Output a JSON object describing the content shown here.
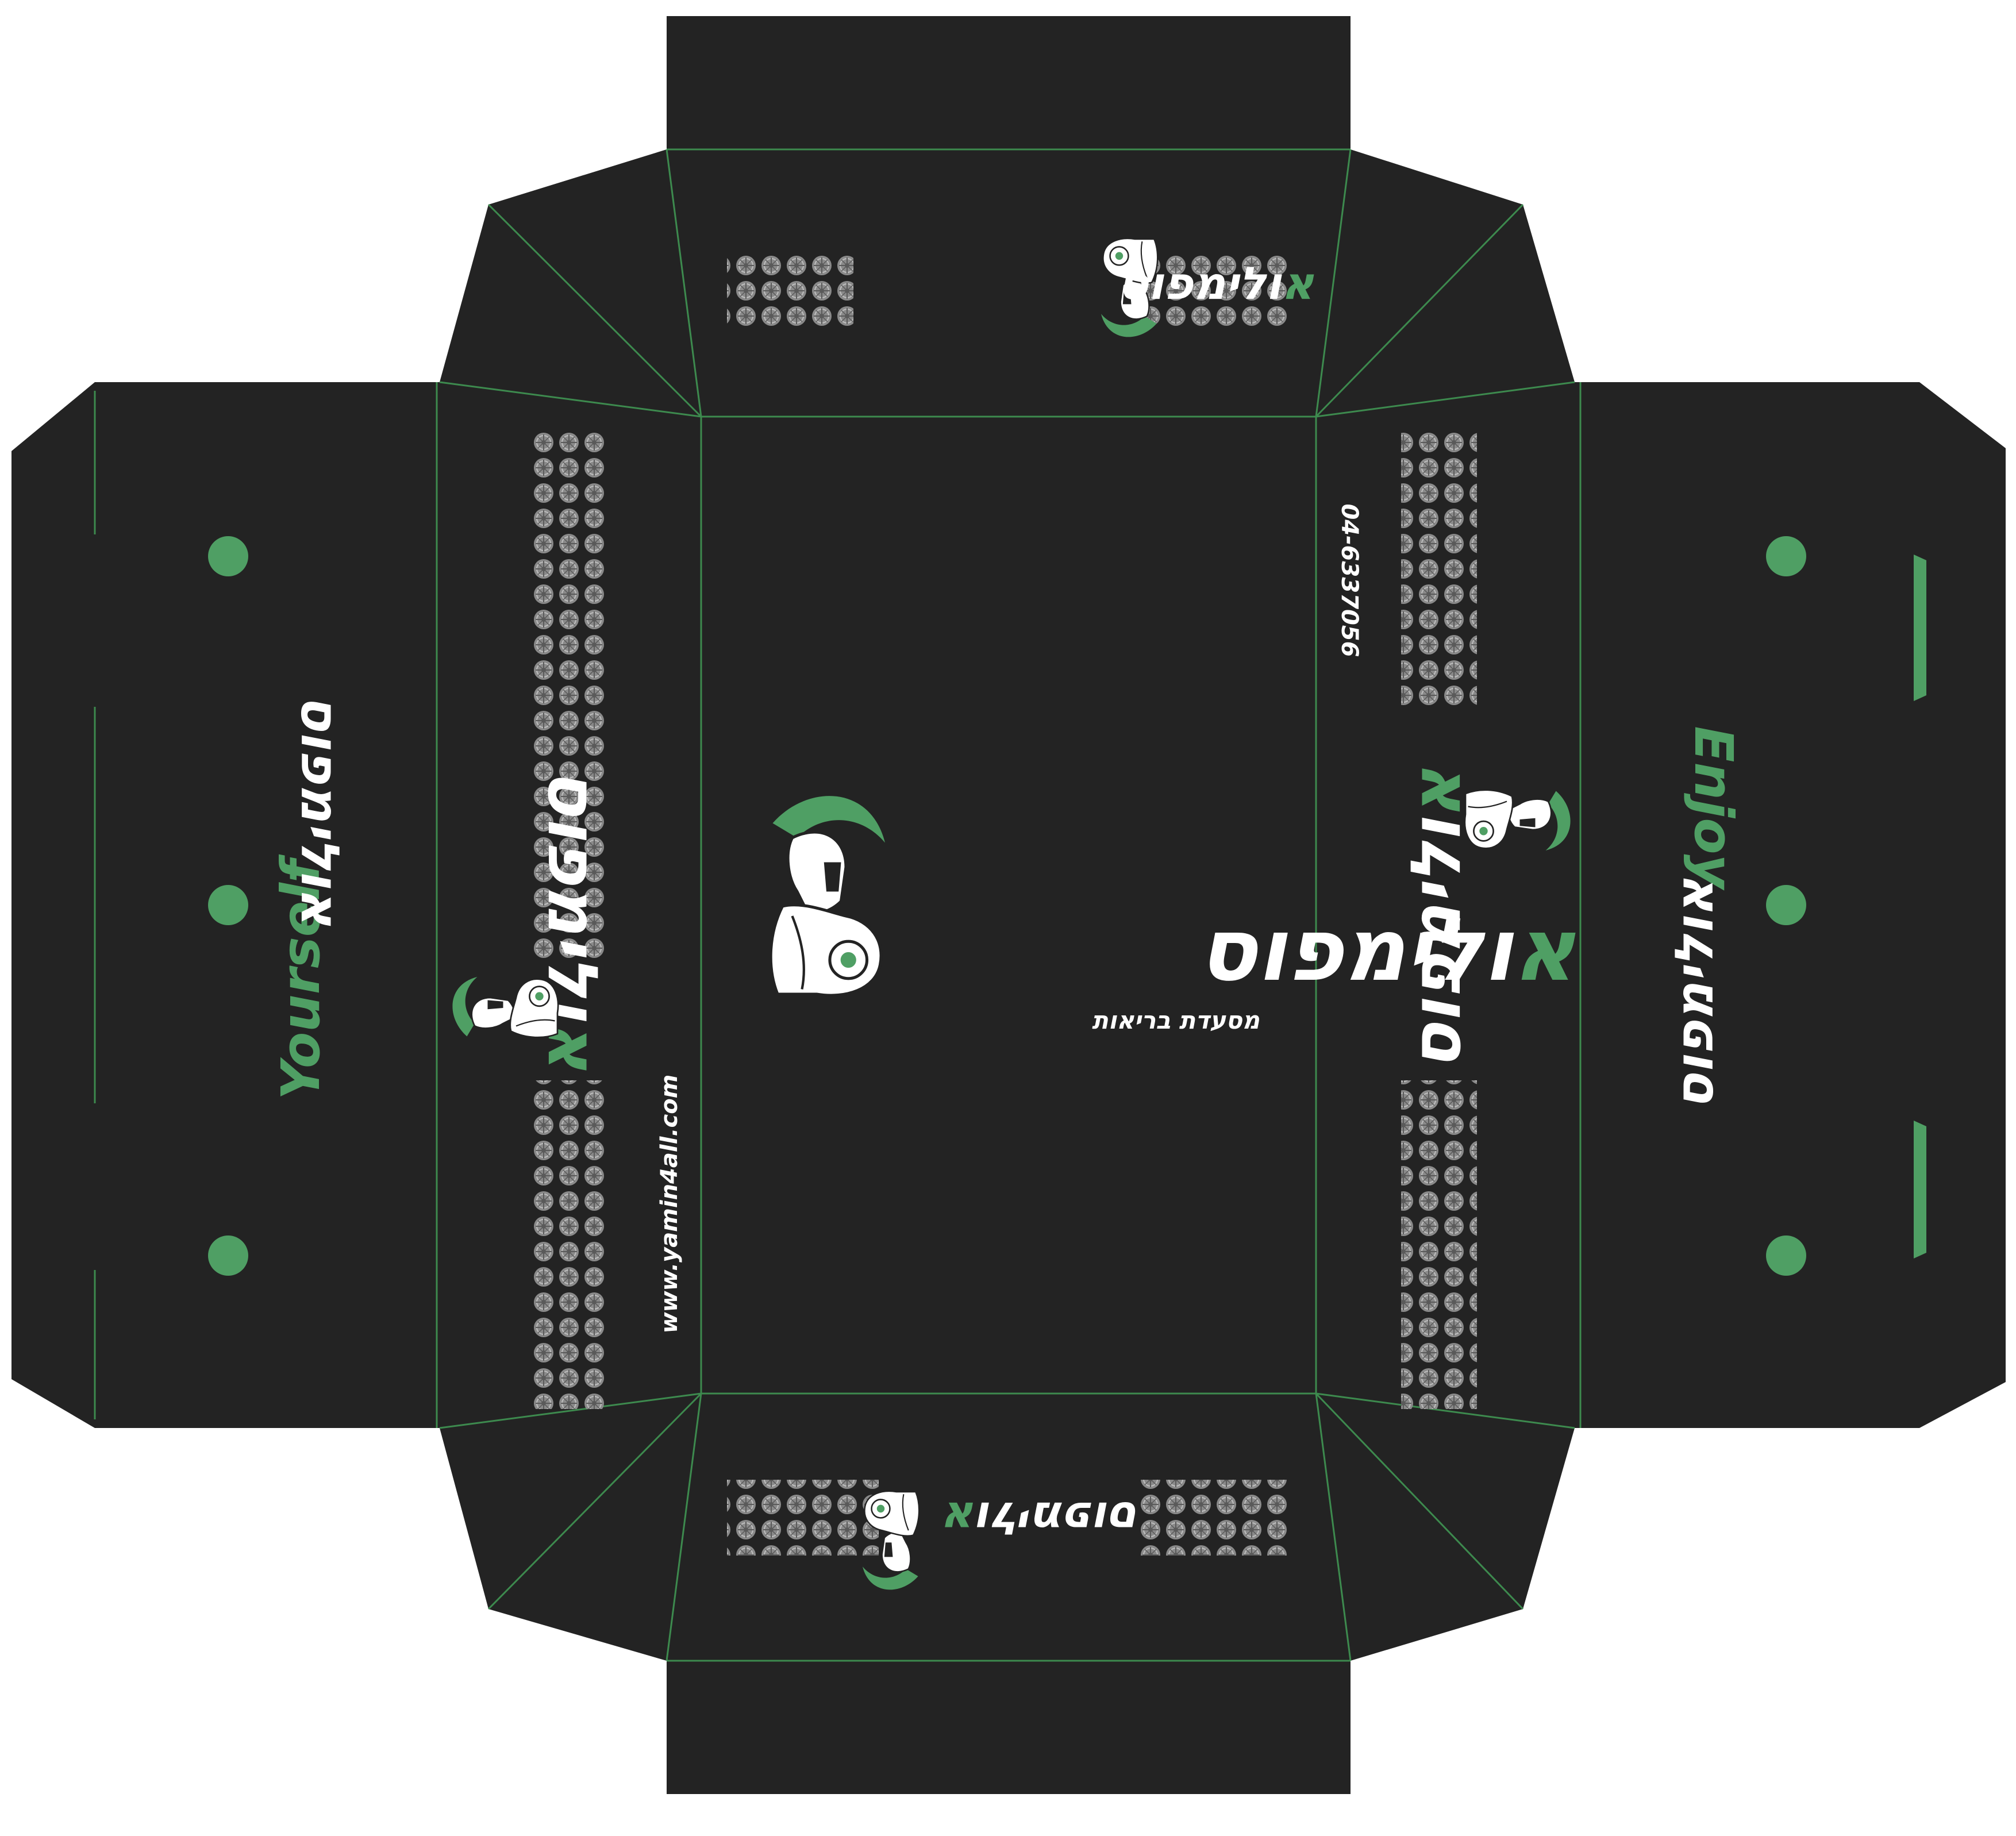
{
  "colors": {
    "background": "#ffffff",
    "panel": "#232323",
    "fold_line": "#3d8a4e",
    "accent_green": "#4f9f64",
    "text_white": "#ffffff",
    "pattern_gray": "#8a8a8a"
  },
  "brand": {
    "logo_text_first": "א",
    "logo_text_rest": "ולימפוס",
    "tagline": "מסעדת בריאות",
    "logo_icon": "spartan-warrior-icon"
  },
  "side_panels": {
    "left_flap_text_white": "אולימפוס",
    "left_flap_text_green": "Yourself",
    "right_flap_text_white": "אולימפוס",
    "right_flap_text_green": "Enjoy",
    "website": "www.yamin4all.com",
    "phone": "04-6337056"
  },
  "decorations": {
    "dot_icon": "green-dot-icon",
    "pattern_icon": "decorative-wheel-pattern-icon",
    "slot_icon": "tab-slot-icon"
  }
}
